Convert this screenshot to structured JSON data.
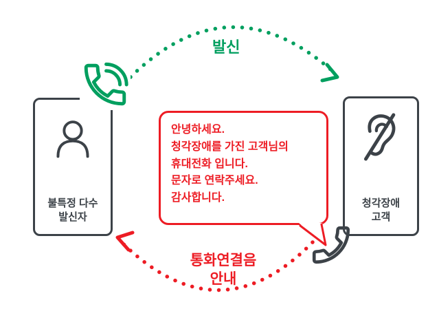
{
  "colors": {
    "green": "#009F5F",
    "red": "#ED1C24",
    "dark": "#3C4248"
  },
  "top_flow": {
    "label": "발신"
  },
  "bottom_flow": {
    "lines": [
      "통화연결음",
      "안내"
    ]
  },
  "caller_card": {
    "lines": [
      "불특정 다수",
      "발신자"
    ]
  },
  "customer_card": {
    "lines": [
      "청각장애",
      "고객"
    ]
  },
  "bubble": {
    "lines": [
      "안녕하세요.",
      "청각장애를 가진 고객님의",
      "휴대전화 입니다.",
      "문자로 연락주세요.",
      "감사합니다."
    ]
  },
  "icons": {
    "caller_phone": "phone-call-with-waves-icon",
    "caller_person": "person-icon",
    "customer_ear": "ear-slash-icon",
    "receiver_phone": "phone-handset-icon"
  }
}
